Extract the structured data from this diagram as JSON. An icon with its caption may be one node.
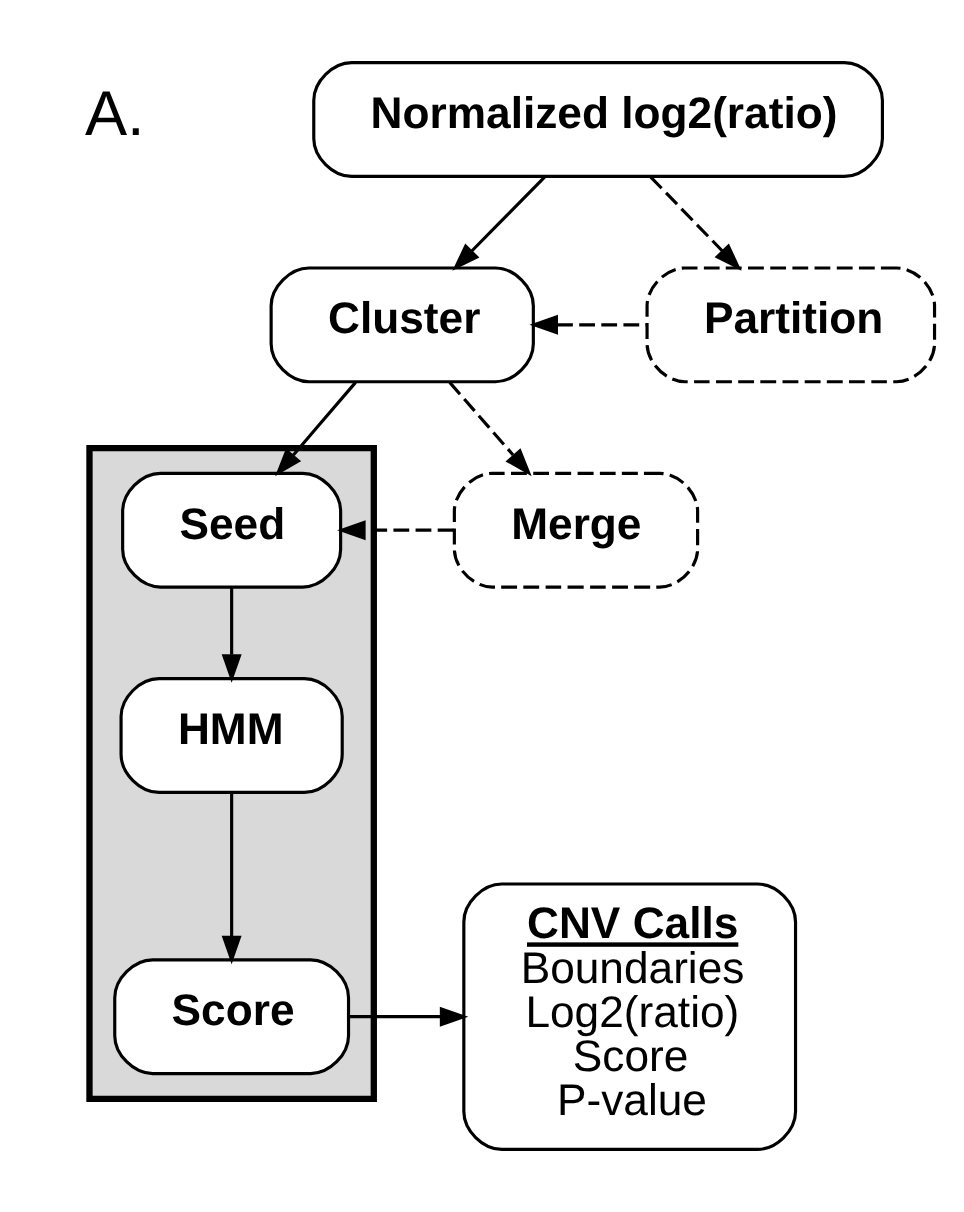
{
  "diagram": {
    "nodes": [
      {
        "text": [
          "Normalized log2(ratio)"
        ]
      },
      {
        "text": [
          "Cluster"
        ]
      },
      {
        "text": [
          "Partition"
        ]
      },
      {
        "text": [],
        "shape": "box"
      },
      {
        "text": [
          "Seed"
        ],
        "in": 3
      },
      {
        "text": [
          "Merge"
        ]
      },
      {
        "text": [
          "HMM"
        ],
        "in": 3
      },
      {
        "text": [
          "Score"
        ],
        "in": 3
      },
      {
        "text": [
          "CNV Calls",
          "Boundaries",
          "Log2(ratio)",
          "Score",
          "P-value"
        ]
      }
    ],
    "edges": [
      {
        "from": 0,
        "to": 1,
        "arrow": "to"
      },
      {
        "from": 0,
        "to": 2,
        "arrow": "to",
        "style": "dashed"
      },
      {
        "from": 2,
        "to": 1,
        "arrow": "to",
        "style": "dashed"
      },
      {
        "from": 1,
        "to": 4,
        "arrow": "to"
      },
      {
        "from": 1,
        "to": 5,
        "arrow": "to",
        "style": "dashed"
      },
      {
        "from": 5,
        "to": 4,
        "arrow": "to",
        "style": "dashed"
      },
      {
        "from": 4,
        "to": 6,
        "arrow": "to"
      },
      {
        "from": 6,
        "to": 7,
        "arrow": "to"
      },
      {
        "from": 7,
        "to": 8,
        "arrow": "to"
      }
    ],
    "labels": [
      "A."
    ]
  }
}
